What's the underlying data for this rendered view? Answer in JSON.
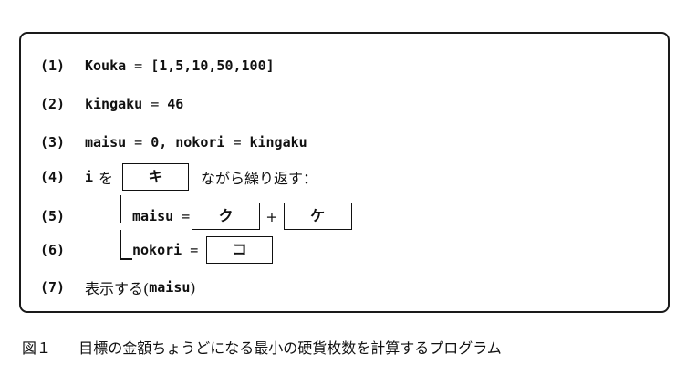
{
  "program": {
    "line1": {
      "num": "(1)",
      "var": "Kouka",
      "eq": "=",
      "value": "[1,5,10,50,100]"
    },
    "line2": {
      "num": "(2)",
      "var": "kingaku",
      "eq": "=",
      "value": "46"
    },
    "line3": {
      "num": "(3)",
      "var1": "maisu",
      "eq1": "=",
      "value1": "0,",
      "var2": "nokori",
      "eq2": "=",
      "value2": "kingaku"
    },
    "line4": {
      "num": "(4)",
      "var": "i",
      "text_before": "を",
      "blank": "キ",
      "text_after": "ながら繰り返す："
    },
    "line5": {
      "num": "(5)",
      "var": "maisu",
      "eq": "=",
      "blank1": "ク",
      "plus": "+",
      "blank2": "ケ"
    },
    "line6": {
      "num": "(6)",
      "var": "nokori",
      "eq": "=",
      "blank": "コ"
    },
    "line7": {
      "num": "(7)",
      "func": "表示する(",
      "arg": "maisu",
      "close": ")"
    }
  },
  "caption": {
    "label": "図１",
    "text": "目標の金額ちょうどになる最小の硬貨枚数を計算するプログラム"
  }
}
